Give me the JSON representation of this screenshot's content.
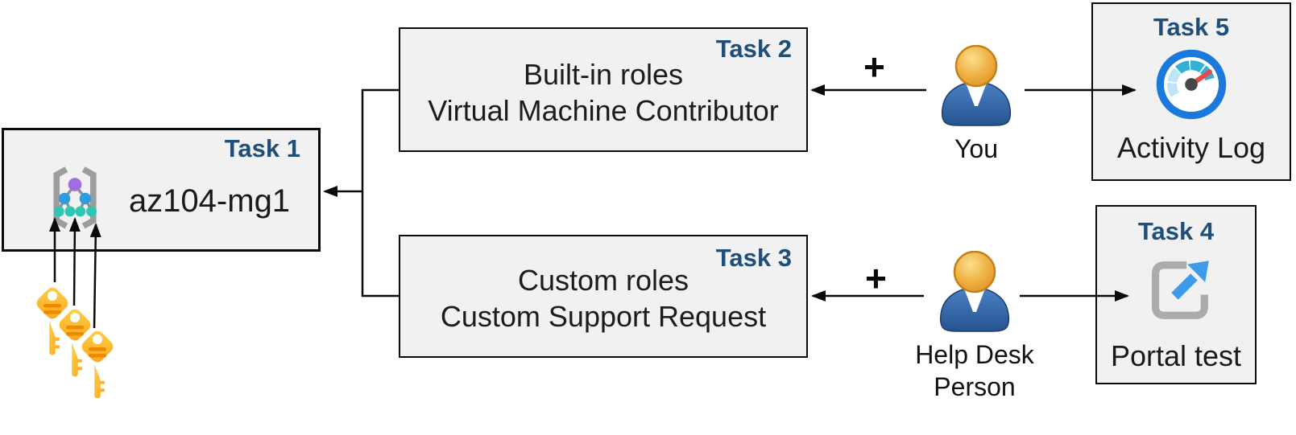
{
  "tasks": {
    "task1": {
      "label": "Task 1",
      "name": "az104-mg1"
    },
    "task2": {
      "label": "Task 2",
      "line1": "Built-in roles",
      "line2": "Virtual Machine Contributor"
    },
    "task3": {
      "label": "Task 3",
      "line1": "Custom roles",
      "line2": "Custom Support Request"
    },
    "task4": {
      "label": "Task 4",
      "caption": "Portal test"
    },
    "task5": {
      "label": "Task 5",
      "caption": "Activity Log"
    }
  },
  "actors": {
    "you": {
      "label": "You"
    },
    "help_desk": {
      "line1": "Help Desk",
      "line2": "Person"
    }
  },
  "operators": {
    "plus": "+"
  },
  "icons": {
    "task1_icon": "management-group-icon",
    "task1_keys": "key-icon",
    "task4_icon": "external-link-icon",
    "task5_icon": "gauge-activity-log-icon",
    "actor_icon": "person-icon"
  },
  "colors": {
    "task_label": "#1F4E79",
    "box_fill": "#F1F1F2",
    "box_border": "#0A0A0A",
    "body_text": "#1A1A1A",
    "arrow": "#0A0A0A",
    "person_head_gold": "#EFA82F",
    "person_body_blue": "#30639F",
    "key_yellow": "#FFC21E",
    "key_detail_orange": "#EF8A00",
    "gauge_ring_blue": "#1B79DC",
    "gauge_segment_teal": "#33B0D6",
    "gauge_segment_light": "#BFE6F8",
    "gauge_needle_red": "#E8484F",
    "portal_gray": "#ABABAB",
    "portal_arrow_blue": "#3E9BE9",
    "mg_bracket_gray": "#9D9D9D",
    "mg_node_purple": "#A06EE0",
    "mg_node_blue": "#2F9CE0",
    "mg_node_teal": "#2FC6B4"
  }
}
